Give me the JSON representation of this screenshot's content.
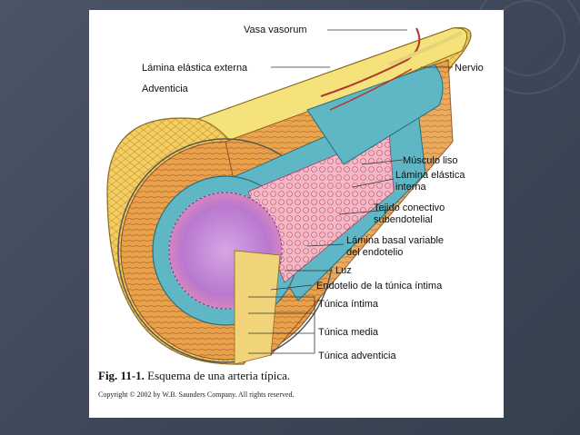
{
  "figure": {
    "labels": {
      "vasa_vasorum": "Vasa vasorum",
      "lamina_elastica_externa": "Lámina elástica externa",
      "adventicia": "Adventicia",
      "nervio": "Nervio",
      "musculo_liso": "Músculo liso",
      "lamina_elastica_interna_1": "Lámina elástica",
      "lamina_elastica_interna_2": "interna",
      "tejido_conectivo_1": "Tejido conectivo",
      "tejido_conectivo_2": "subendotelial",
      "lamina_basal_1": "Lámina basal variable",
      "lamina_basal_2": "del endotelio",
      "luz": "Luz",
      "endotelio": "Endotelio de la túnica íntima",
      "tunica_intima": "Túnica íntima",
      "tunica_media": "Túnica media",
      "tunica_adventicia": "Túnica adventicia"
    },
    "caption_number": "Fig. 11-1.",
    "caption_text": " Esquema de una arteria típica.",
    "copyright": "Copyright © 2002 by W.B. Saunders Company. All rights reserved."
  },
  "colors": {
    "background": "#3f4a5a",
    "adventitia": "#f2c85a",
    "media": "#e8a04a",
    "intima_blue": "#5fb6c4",
    "lumen": "#c58ad6"
  }
}
